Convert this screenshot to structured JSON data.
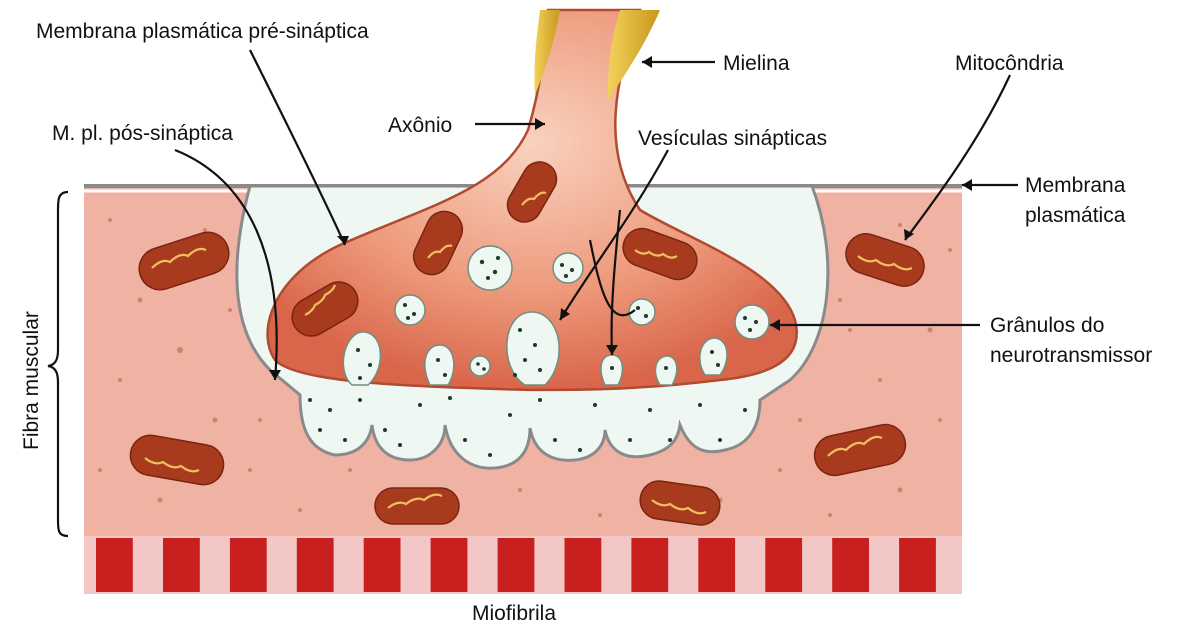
{
  "labels": {
    "pre_membrane": "Membrana plasmática pré-sináptica",
    "post_membrane": "M. pl. pós-sináptica",
    "axon": "Axônio",
    "myelin": "Mielina",
    "mitochondria": "Mitocôndria",
    "synaptic_vesicles": "Vesículas sinápticas",
    "plasma_membrane_1": "Membrana",
    "plasma_membrane_2": "plasmática",
    "granules_1": "Grânulos do",
    "granules_2": "neurotransmissor",
    "muscle_fiber": "Fibra muscular",
    "myofibril": "Miofibrila"
  },
  "colors": {
    "muscle": "#f0b3a3",
    "axon": "#e8866a",
    "axon_light": "#f6c6b1",
    "myelin": "#e8c23a",
    "mitochondria": "#a83a1e",
    "vesicle": "#eef7f2",
    "granule": "#1c3a2c",
    "myofibril_red": "#c8201e",
    "myofibril_light": "#f4c7c7"
  }
}
